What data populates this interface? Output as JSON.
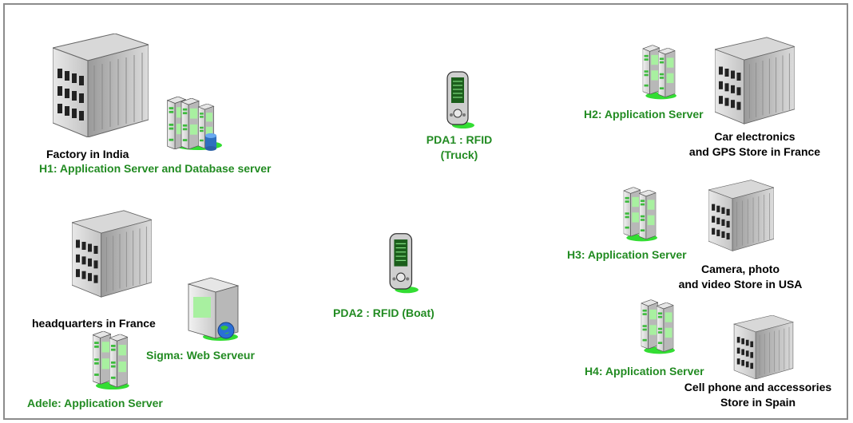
{
  "colors": {
    "label_green": "#228b22",
    "label_black": "#000000",
    "border": "#8c8c8c",
    "server_green": "#9fe89a",
    "building_gray": "#c8c8c8"
  },
  "nodes": {
    "factory": {
      "label": "Factory in India",
      "icon": "building-icon"
    },
    "h1": {
      "label": "H1: Application Server and Database server",
      "icon": "server-cluster-database-icon"
    },
    "pda1": {
      "line1": "PDA1 : RFID",
      "line2": "(Truck)",
      "icon": "pda-icon"
    },
    "h2": {
      "label": "H2: Application Server",
      "icon": "server-rack-icon"
    },
    "car_store": {
      "line1": "Car electronics",
      "line2": "and GPS Store in France",
      "icon": "building-icon"
    },
    "headquarters": {
      "label": "headquarters  in France",
      "icon": "building-icon"
    },
    "sigma": {
      "label": "Sigma: Web Serveur",
      "icon": "web-server-icon"
    },
    "adele": {
      "label": "Adele: Application Server",
      "icon": "server-rack-icon"
    },
    "pda2": {
      "label": "PDA2 : RFID (Boat)",
      "icon": "pda-icon"
    },
    "h3": {
      "label": "H3: Application Server",
      "icon": "server-rack-icon"
    },
    "camera_store": {
      "line1": "Camera, photo",
      "line2": "and video Store in USA",
      "icon": "building-icon"
    },
    "h4": {
      "label": "H4: Application Server",
      "icon": "server-rack-icon"
    },
    "phone_store": {
      "line1": "Cell phone and accessories",
      "line2": "Store in Spain",
      "icon": "building-icon"
    }
  }
}
